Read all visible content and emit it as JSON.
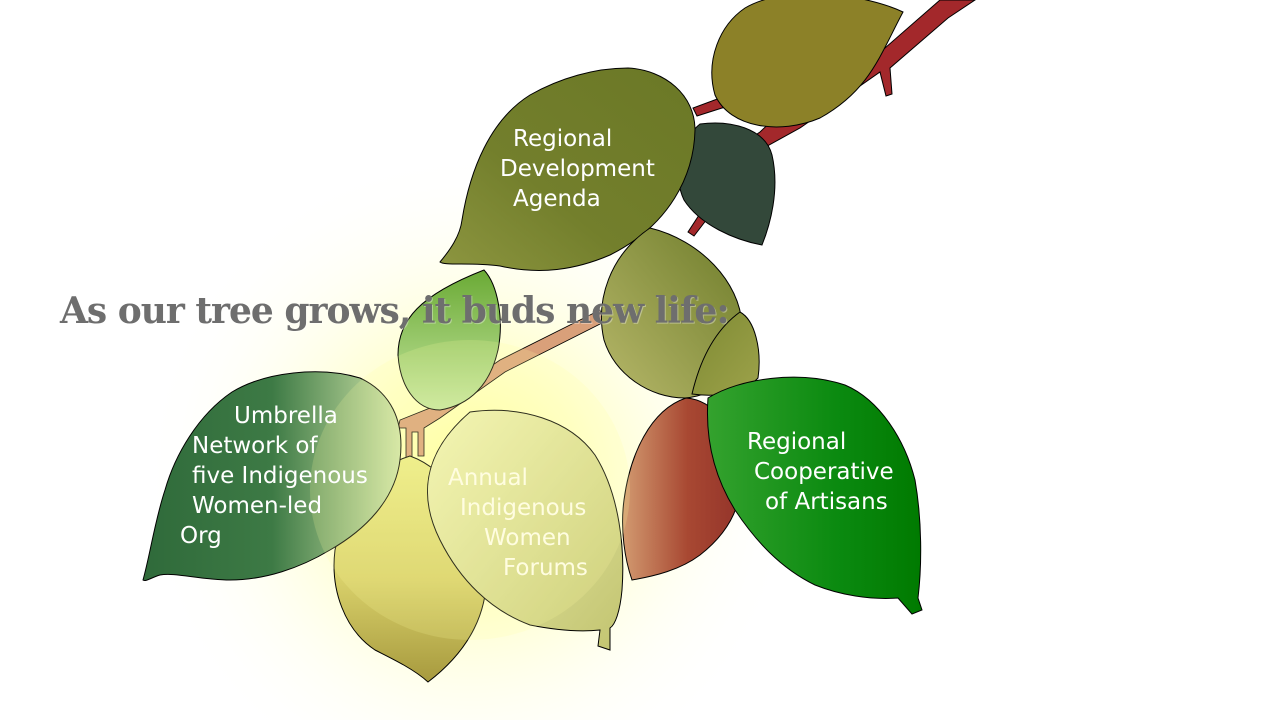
{
  "headline": "As our tree grows, it buds new life:",
  "leaves": {
    "regional_development": [
      "Regional",
      "Development",
      "Agenda"
    ],
    "umbrella_network": [
      "Umbrella",
      "Network of",
      "five Indigenous",
      "Women-led",
      "Org"
    ],
    "indigenous_forums": [
      "Annual",
      "Indigenous",
      "Women",
      "Forums"
    ],
    "artisans_cooperative": [
      "Regional",
      "Cooperative",
      "of Artisans"
    ]
  },
  "colors": {
    "branch": "#a3282b",
    "branch_light": "#d9a07a",
    "leaf_olive": "#6f7c2a",
    "leaf_dark": "#33483a",
    "leaf_gold": "#8c8128",
    "leaf_green": "#0a8a12",
    "leaf_deep_green": "#2e6e3a",
    "leaf_rust": "#a23a2a",
    "glow": "#ffffb0",
    "headline": "#6e6e6e"
  }
}
